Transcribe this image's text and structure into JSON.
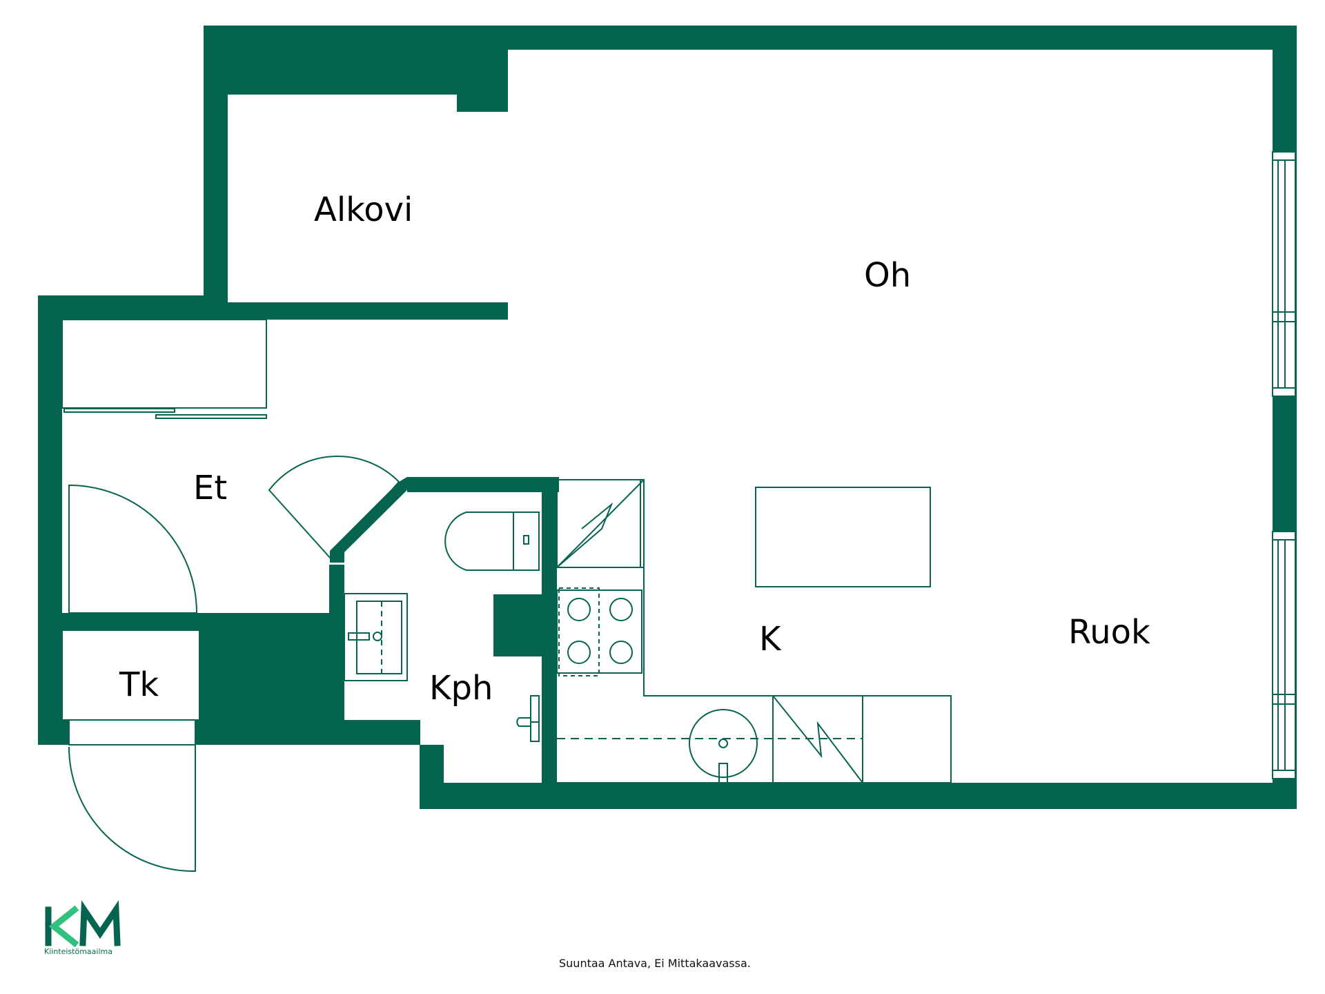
{
  "colors": {
    "wall": "#046450",
    "line": "#046450",
    "brand_dark": "#046450",
    "brand_light": "#2ec27e",
    "background": "#ffffff"
  },
  "rooms": {
    "alkovi": "Alkovi",
    "oh": "Oh",
    "et": "Et",
    "tk": "Tk",
    "kph": "Kph",
    "k": "K",
    "ruok": "Ruok"
  },
  "footer": {
    "note": "Suuntaa Antava, Ei Mittakaavassa."
  },
  "logo": {
    "monogram": "KM",
    "name": "Kiinteistömaailma"
  }
}
